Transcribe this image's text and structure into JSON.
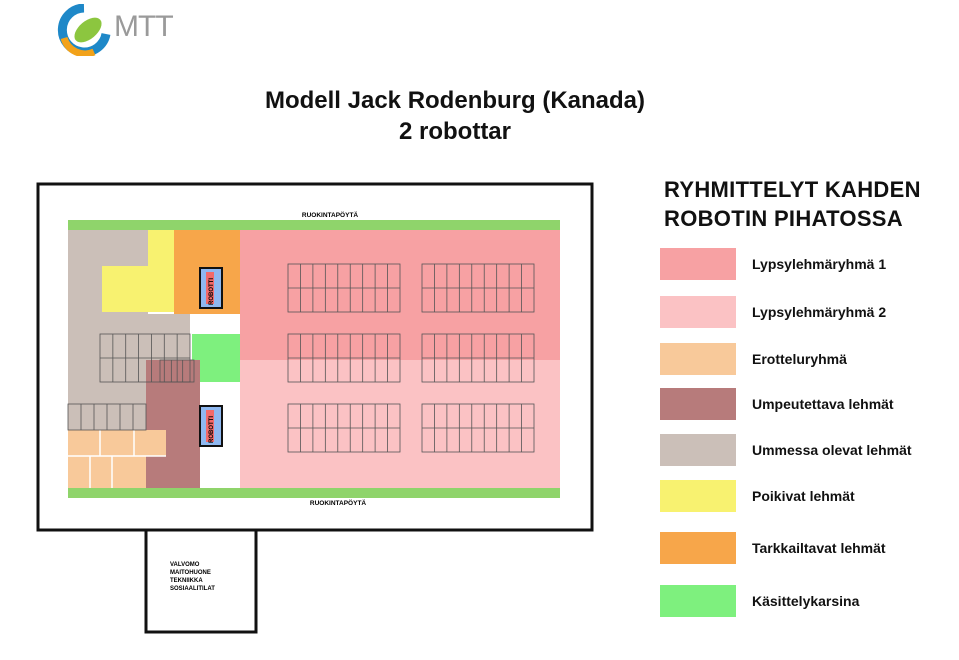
{
  "logo": {
    "text": "MTT"
  },
  "title": {
    "line1": "Modell Jack Rodenburg  (Kanada)",
    "line2": "2 robottar"
  },
  "plan": {
    "feeding_table_top": "RUOKINTAPÖYTÄ",
    "feeding_table_bottom": "RUOKINTAPÖYTÄ",
    "robot_label": "ROBOTTI",
    "control_room_lines": [
      "VALVOMO",
      "MAITOHUONE",
      "TEKNIIKKA",
      "SOSIAALITILAT"
    ]
  },
  "legend": {
    "title_line1": "RYHMITTELYT  KAHDEN",
    "title_line2": "ROBOTIN PIHATOSSA",
    "items": [
      {
        "label": "Lypsylehmäryhmä 1",
        "color": "#f7a1a3"
      },
      {
        "label": "Lypsylehmäryhmä 2",
        "color": "#fbc2c4"
      },
      {
        "label": "Erotteluryhmä",
        "color": "#f8c99a"
      },
      {
        "label": "Umpeutettava lehmät",
        "color": "#b77b7b"
      },
      {
        "label": "Ummessa olevat lehmät",
        "color": "#cbbfb8"
      },
      {
        "label": "Poikivat lehmät",
        "color": "#f8f270"
      },
      {
        "label": "Tarkkailtavat lehmät",
        "color": "#f7a64a"
      },
      {
        "label": "Käsittelykarsina",
        "color": "#7ef07e"
      }
    ]
  }
}
